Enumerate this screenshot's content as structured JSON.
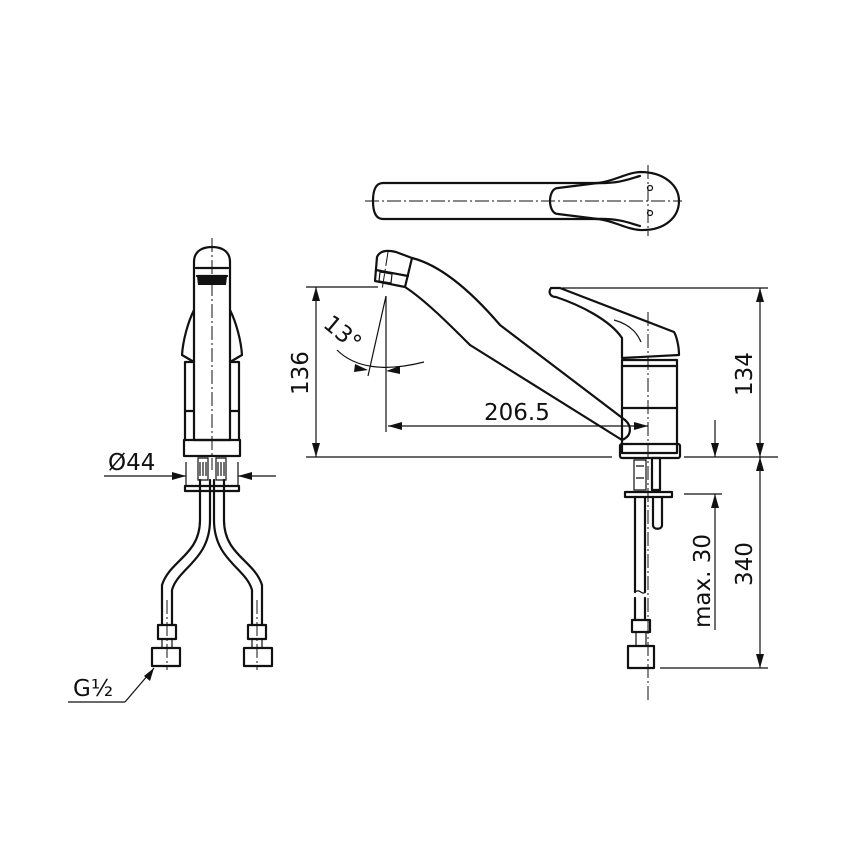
{
  "drawing": {
    "title": "Single-lever kitchen mixer tap – dimensional drawing",
    "colors": {
      "line": "#111111",
      "background": "#ffffff"
    },
    "views": {
      "top": {
        "name": "top view of handle lever"
      },
      "front": {
        "name": "front view with flexible hoses"
      },
      "side": {
        "name": "side view with swivel spout"
      }
    },
    "dimensions": {
      "hose_diameter": "Ø44",
      "thread": "G½",
      "spout_height": "136",
      "swivel_angle": "13°",
      "spout_reach": "206.5",
      "overall_height": "134",
      "max_deck_thickness": "max. 30",
      "hose_length": "340"
    }
  }
}
